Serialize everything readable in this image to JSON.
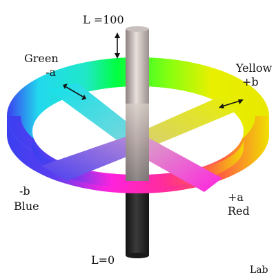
{
  "labels": {
    "l_top": "L =100",
    "l_bottom": "L=0",
    "green": "Green",
    "minus_a": "-a",
    "yellow": "Yellow",
    "plus_b": "+b",
    "minus_b": "-b",
    "blue": "Blue",
    "plus_a": "+a",
    "red": "Red",
    "model": "Lab"
  },
  "colors": {
    "green": "#00ff40",
    "cyan": "#22e2e8",
    "blue": "#3f3cf0",
    "magenta": "#ff22dd",
    "red": "#ff2c6a",
    "yellow": "#e8f000",
    "column_light": "#d8cfc8",
    "column_dark": "#222222",
    "arrow": "#111111"
  }
}
